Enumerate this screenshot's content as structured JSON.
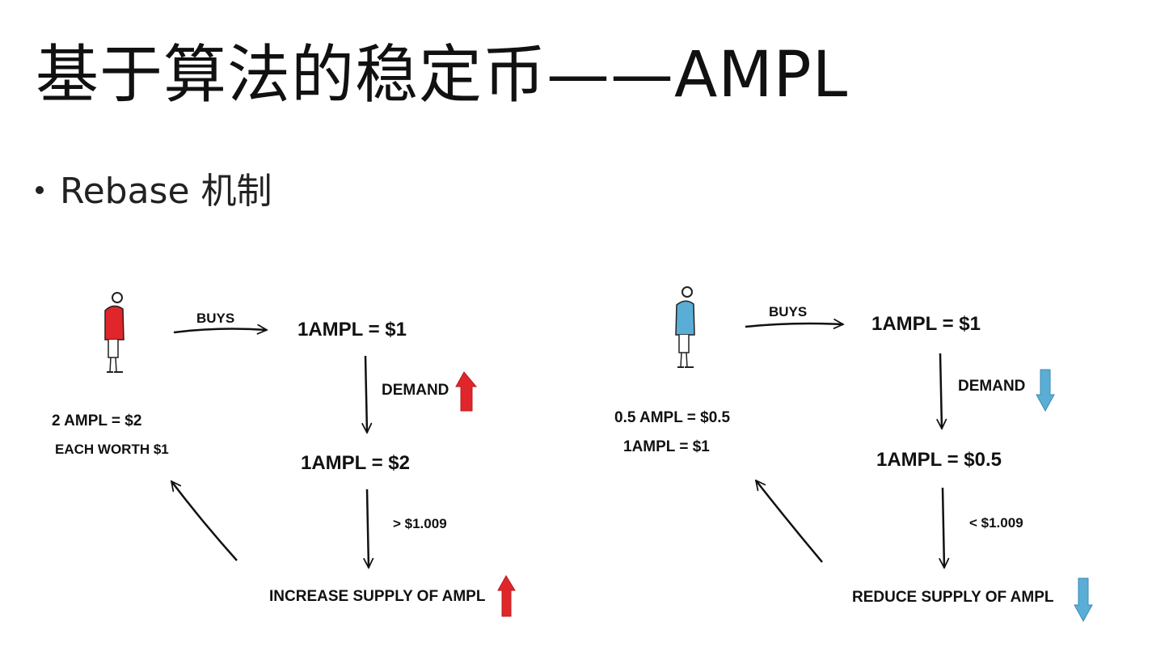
{
  "title": "基于算法的稳定币——AMPL",
  "bullet": "Rebase 机制",
  "colors": {
    "up_arrow": "#e0262a",
    "down_arrow": "#5aaed6",
    "person_left_shirt": "#e0262a",
    "person_right_shirt": "#5aaed6"
  },
  "left_panel": {
    "buys_label": "BUYS",
    "price_top": "1AMPL = $1",
    "demand_label": "DEMAND",
    "demand_direction": "up",
    "price_mid": "1AMPL = $2",
    "threshold_label": "> $1.009",
    "supply_label": "INCREASE SUPPLY OF AMPL",
    "supply_direction": "up",
    "result_line1": "2 AMPL = $2",
    "result_line2": "EACH WORTH $1"
  },
  "right_panel": {
    "buys_label": "BUYS",
    "price_top": "1AMPL = $1",
    "demand_label": "DEMAND",
    "demand_direction": "down",
    "price_mid": "1AMPL = $0.5",
    "threshold_label": "< $1.009",
    "supply_label": "REDUCE SUPPLY OF AMPL",
    "supply_direction": "down",
    "result_line1": "0.5 AMPL = $0.5",
    "result_line2": "1AMPL = $1"
  }
}
